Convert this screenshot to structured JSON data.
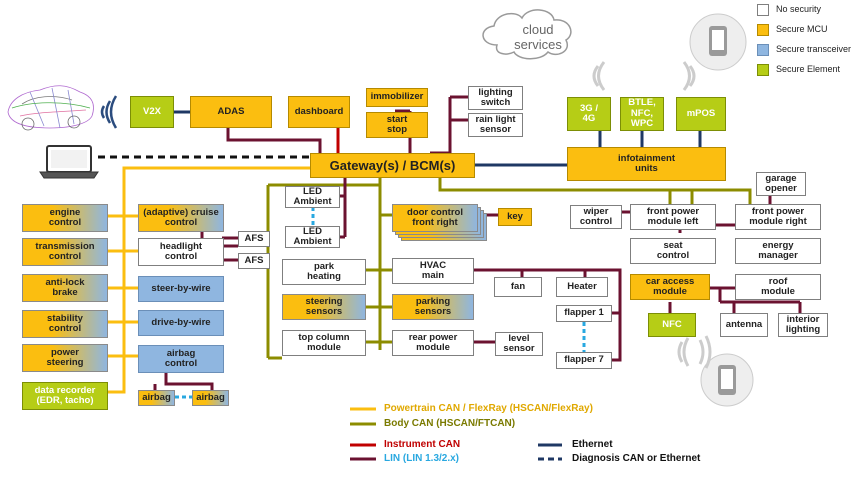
{
  "legend": {
    "items": [
      {
        "label": "No security",
        "color": "#ffffff"
      },
      {
        "label": "Secure MCU",
        "color": "#fbbe10"
      },
      {
        "label": "Secure transceiver",
        "color": "#8fb6e0"
      },
      {
        "label": "Secure Element",
        "color": "#b6cd16"
      }
    ]
  },
  "cloud": {
    "label": "cloud\nservices"
  },
  "gateway": {
    "label": "Gateway(s) / BCM(s)"
  },
  "nodes": {
    "v2x": "V2X",
    "adas": "ADAS",
    "dashboard": "dashboard",
    "immobilizer": "immobilizer",
    "start_stop": "start\nstop",
    "lighting_switch": "lighting\nswitch",
    "rain_light_sensor": "rain light\nsensor",
    "g3_4g": "3G /\n4G",
    "btle": "BTLE,\nNFC,\nWPC",
    "mpos": "mPOS",
    "infotainment": "infotainment\nunits",
    "engine_control": "engine\ncontrol",
    "transmission_control": "transmission\ncontrol",
    "anti_lock_brake": "anti-lock\nbrake",
    "stability_control": "stability\ncontrol",
    "power_steering": "power\nsteering",
    "data_recorder": "data recorder\n(EDR, tacho)",
    "cruise_control": "(adaptive) cruise\ncontrol",
    "headlight_control": "headlight\ncontrol",
    "afs_1": "AFS",
    "afs_2": "AFS",
    "steer_by_wire": "steer-by-wire",
    "drive_by_wire": "drive-by-wire",
    "airbag_control": "airbag\ncontrol",
    "airbag_1": "airbag",
    "airbag_2": "airbag",
    "led_ambient_1": "LED\nAmbient",
    "led_ambient_2": "LED\nAmbient",
    "door_control": "door control\nfront right",
    "key": "key",
    "park_heating": "park\nheating",
    "hvac_main": "HVAC\nmain",
    "fan": "fan",
    "heater": "Heater",
    "steering_sensors": "steering\nsensors",
    "parking_sensors": "parking\nsensors",
    "flapper_1": "flapper 1",
    "flapper_7": "flapper 7",
    "top_column_module": "top column\nmodule",
    "rear_power_module": "rear power\nmodule",
    "level_sensor": "level\nsensor",
    "wiper_control": "wiper\ncontrol",
    "front_power_left": "front power\nmodule left",
    "front_power_right": "front power\nmodule right",
    "garage_opener": "garage\nopener",
    "seat_control": "seat\ncontrol",
    "energy_manager": "energy\nmanager",
    "car_access_module": "car access\nmodule",
    "roof_module": "roof\nmodule",
    "nfc": "NFC",
    "antenna": "antenna",
    "interior_lighting": "interior\nlighting"
  },
  "buses": {
    "powertrain": {
      "label": "Powertrain CAN / FlexRay (HSCAN/FlexRay)",
      "color": "#fbbe10"
    },
    "body": {
      "label": "Body CAN (HSCAN/FTCAN)",
      "color": "#8c8c00"
    },
    "instrument": {
      "label": "Instrument CAN",
      "color": "#c00000"
    },
    "lin": {
      "label": "LIN (LIN 1.3/2.x)",
      "color": "#29a8e0"
    },
    "ethernet": {
      "label": "Ethernet",
      "color": "#1f3864"
    },
    "diagnosis": {
      "label": "Diagnosis CAN or Ethernet",
      "color": "#1f3864"
    }
  },
  "icons": [
    "car-wireframe-icon",
    "laptop-icon",
    "smartphone-icon",
    "wireless-signal-icon"
  ]
}
